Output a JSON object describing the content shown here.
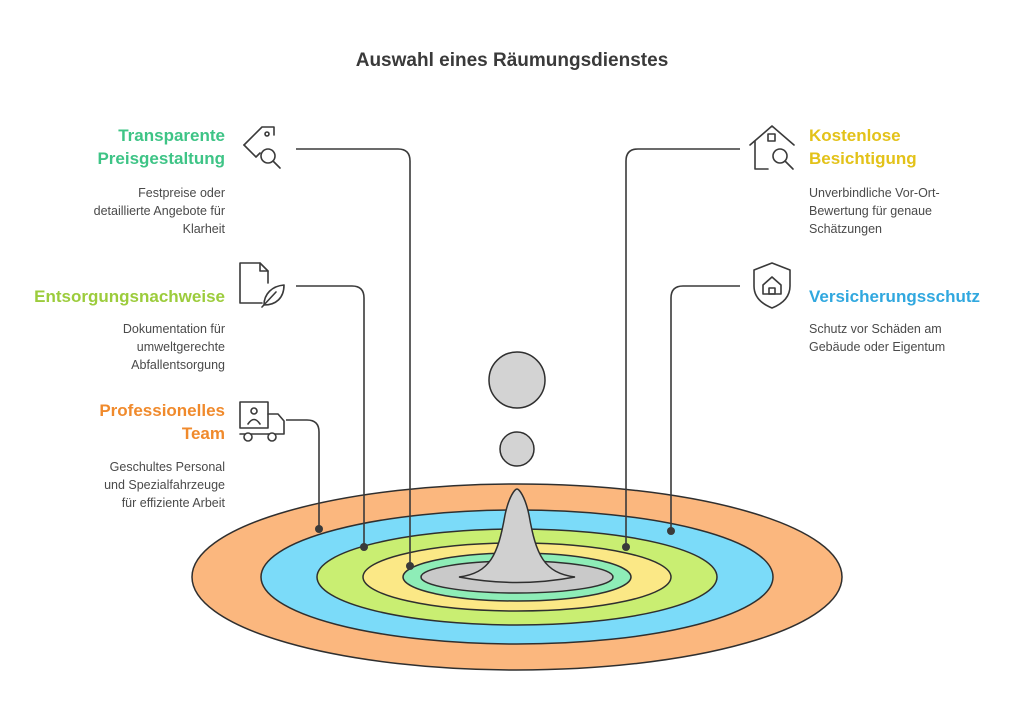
{
  "title": "Auswahl eines Räumungsdienstes",
  "items": {
    "preis": {
      "heading_line1": "Transparente",
      "heading_line2": "Preisgestaltung",
      "desc_line1": "Festpreise oder",
      "desc_line2": "detaillierte Angebote für",
      "desc_line3": "Klarheit",
      "color": "#3ec486",
      "icon": "price-tag-search-icon"
    },
    "entsorgung": {
      "heading_line1": "Entsorgungsnachweise",
      "desc_line1": "Dokumentation für",
      "desc_line2": "umweltgerechte",
      "desc_line3": "Abfallentsorgung",
      "color": "#9ccc3c",
      "icon": "document-leaf-icon"
    },
    "team": {
      "heading_line1": "Professionelles",
      "heading_line2": "Team",
      "desc_line1": "Geschultes Personal",
      "desc_line2": "und Spezialfahrzeuge",
      "desc_line3": "für effiziente Arbeit",
      "color": "#f08a2c",
      "icon": "delivery-truck-icon"
    },
    "besichtigung": {
      "heading_line1": "Kostenlose",
      "heading_line2": "Besichtigung",
      "desc_line1": "Unverbindliche Vor-Ort-",
      "desc_line2": "Bewertung für genaue",
      "desc_line3": "Schätzungen",
      "color": "#e3c219",
      "icon": "house-search-icon"
    },
    "versicherung": {
      "heading_line1": "Versicherungsschutz",
      "desc_line1": "Schutz vor Schäden am",
      "desc_line2": "Gebäude oder Eigentum",
      "color": "#31a8df",
      "icon": "shield-house-icon"
    }
  },
  "ring_colors": {
    "orange": "#fbb77e",
    "blue": "#7bdbf9",
    "lime": "#c9ee72",
    "yellow": "#fbe886",
    "green": "#8eedb7",
    "center": "#c9c9c9",
    "drop": "#d3d3d3"
  }
}
